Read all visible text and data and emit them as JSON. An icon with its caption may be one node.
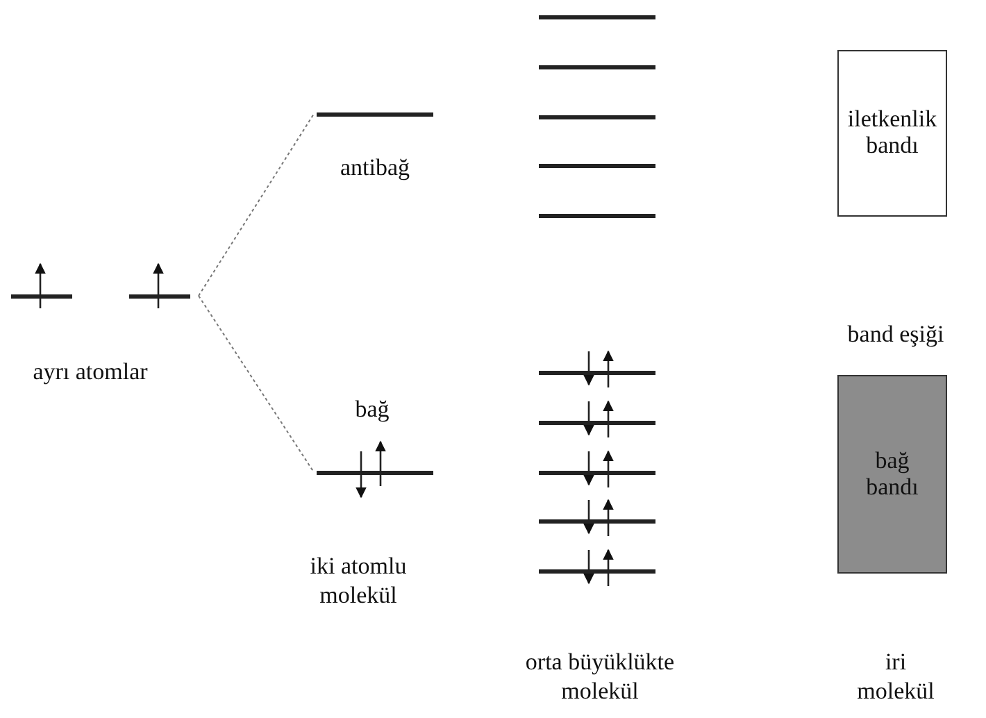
{
  "diagram": {
    "nodes": [
      {
        "text": [],
        "shape": "bar"
      },
      {
        "text": [],
        "shape": "bar"
      },
      {
        "text": [],
        "shape": "bar"
      },
      {
        "text": [],
        "shape": "bar"
      },
      {
        "text": [],
        "shape": "bar"
      },
      {
        "text": [],
        "shape": "bar"
      },
      {
        "text": [],
        "shape": "bar"
      },
      {
        "text": [],
        "shape": "bar"
      },
      {
        "text": [],
        "shape": "bar"
      },
      {
        "text": [],
        "shape": "bar"
      },
      {
        "text": [],
        "shape": "bar"
      },
      {
        "text": [],
        "shape": "bar"
      },
      {
        "text": [],
        "shape": "bar"
      },
      {
        "text": [],
        "shape": "bar"
      },
      {
        "text": [
          "iletkenlik bandı"
        ]
      },
      {
        "text": [
          "bağ bandı"
        ]
      }
    ],
    "edges": [
      {
        "from": 1,
        "to": 2,
        "arrow": "none",
        "style": "dashed"
      },
      {
        "from": 1,
        "to": 3,
        "arrow": "none",
        "style": "dashed"
      }
    ],
    "labels": [
      "antibağ",
      "band eşiği",
      "ayrı atomlar",
      "bağ",
      "iki atomlu molekül",
      "orta büyüklükte molekül",
      "iri molekül"
    ]
  }
}
